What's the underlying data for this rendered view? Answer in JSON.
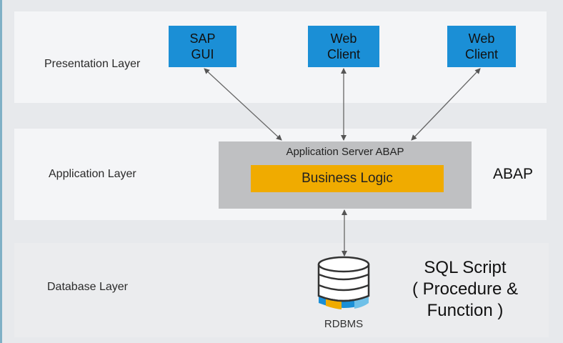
{
  "layers": {
    "presentation": "Presentation Layer",
    "application": "Application Layer",
    "database": "Database Layer"
  },
  "clients": [
    {
      "line1": "SAP",
      "line2": "GUI"
    },
    {
      "line1": "Web",
      "line2": "Client"
    },
    {
      "line1": "Web",
      "line2": "Client"
    }
  ],
  "server": {
    "title": "Application Server ABAP",
    "logic": "Business Logic"
  },
  "abap_label": "ABAP",
  "database": {
    "label": "RDBMS",
    "icon": "database-icon"
  },
  "sql": {
    "line1": "SQL Script",
    "line2": "( Procedure &",
    "line3": "Function )"
  },
  "colors": {
    "client_blue": "#1b8fd6",
    "logic_orange": "#f0ab00",
    "server_gray": "#bfc0c2"
  }
}
